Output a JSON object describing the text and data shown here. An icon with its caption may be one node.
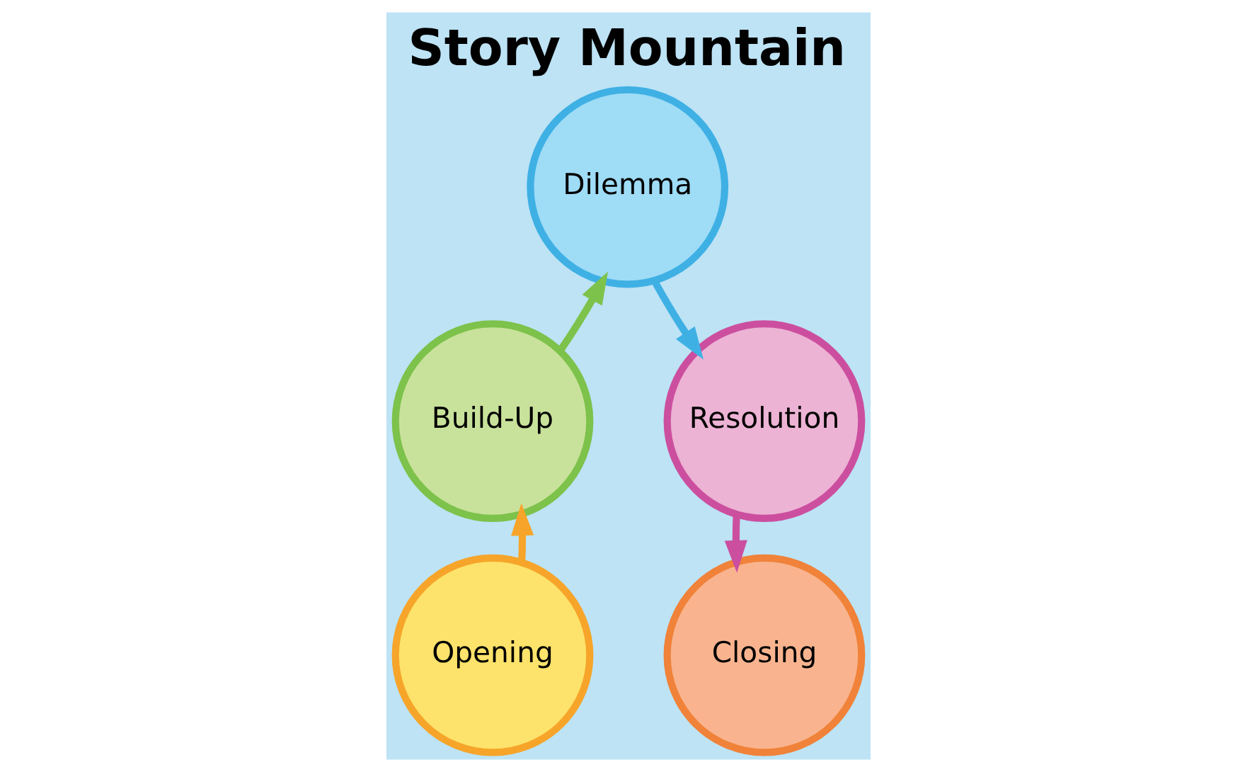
{
  "diagram": {
    "title": "Story Mountain",
    "nodes": [
      {
        "text": [
          "Opening"
        ]
      },
      {
        "text": [
          "Build-Up"
        ]
      },
      {
        "text": [
          "Dilemma"
        ]
      },
      {
        "text": [
          "Resolution"
        ]
      },
      {
        "text": [
          "Closing"
        ]
      }
    ],
    "edges": [
      {
        "from": 0,
        "to": 1,
        "arrow": "to",
        "color": "#f6a52a"
      },
      {
        "from": 1,
        "to": 2,
        "arrow": "to",
        "color": "#7dc24b"
      },
      {
        "from": 2,
        "to": 3,
        "arrow": "to",
        "color": "#3fb0e4"
      },
      {
        "from": 3,
        "to": 4,
        "arrow": "to",
        "color": "#cc4f9f"
      }
    ]
  }
}
